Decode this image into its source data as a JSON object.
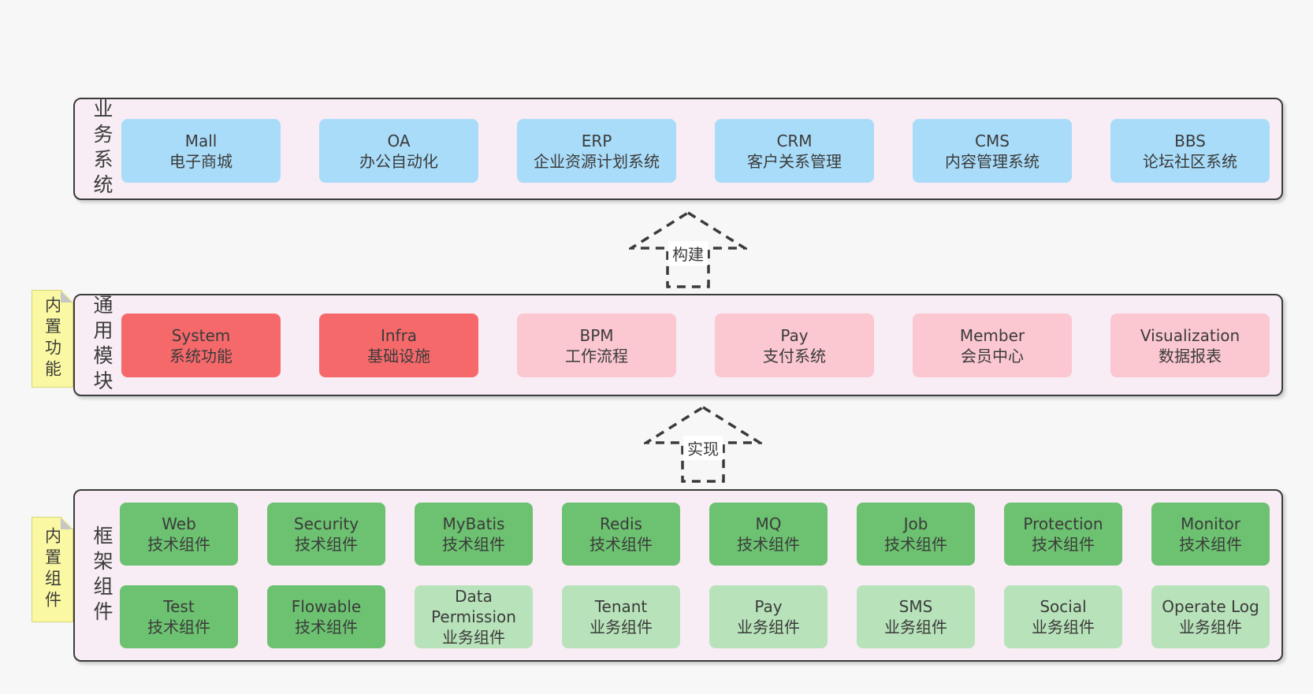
{
  "diagram": {
    "bands": [
      {
        "label_vertical": "业务系统",
        "boxes": [
          {
            "en": "Mall",
            "cn": "电子商城"
          },
          {
            "en": "OA",
            "cn": "办公自动化"
          },
          {
            "en": "ERP",
            "cn": "企业资源计划系统"
          },
          {
            "en": "CRM",
            "cn": "客户关系管理"
          },
          {
            "en": "CMS",
            "cn": "内容管理系统"
          },
          {
            "en": "BBS",
            "cn": "论坛社区系统"
          }
        ]
      },
      {
        "label_vertical": "通用模块",
        "sticky_note": "内置功能",
        "boxes": [
          {
            "en": "System",
            "cn": "系统功能"
          },
          {
            "en": "Infra",
            "cn": "基础设施"
          },
          {
            "en": "BPM",
            "cn": "工作流程"
          },
          {
            "en": "Pay",
            "cn": "支付系统"
          },
          {
            "en": "Member",
            "cn": "会员中心"
          },
          {
            "en": "Visualization",
            "cn": "数据报表"
          }
        ]
      },
      {
        "label_vertical": "框架组件",
        "sticky_note": "内置组件",
        "rows": [
          [
            {
              "en": "Web",
              "cn": "技术组件"
            },
            {
              "en": "Security",
              "cn": "技术组件"
            },
            {
              "en": "MyBatis",
              "cn": "技术组件"
            },
            {
              "en": "Redis",
              "cn": "技术组件"
            },
            {
              "en": "MQ",
              "cn": "技术组件"
            },
            {
              "en": "Job",
              "cn": "技术组件"
            },
            {
              "en": "Protection",
              "cn": "技术组件"
            },
            {
              "en": "Monitor",
              "cn": "技术组件"
            }
          ],
          [
            {
              "en": "Test",
              "cn": "技术组件"
            },
            {
              "en": "Flowable",
              "cn": "技术组件"
            },
            {
              "en": "Data Permission",
              "cn": "业务组件"
            },
            {
              "en": "Tenant",
              "cn": "业务组件"
            },
            {
              "en": "Pay",
              "cn": "业务组件"
            },
            {
              "en": "SMS",
              "cn": "业务组件"
            },
            {
              "en": "Social",
              "cn": "业务组件"
            },
            {
              "en": "Operate Log",
              "cn": "业务组件"
            }
          ]
        ]
      }
    ],
    "arrows": [
      {
        "label": "构建"
      },
      {
        "label": "实现"
      }
    ],
    "colors": {
      "page_bg": "#f7f7f7",
      "band_bg": "#f8ecf5",
      "band_border": "#3b3b3b",
      "system_blue": "#a9dcf9",
      "core_red": "#f5696b",
      "module_pink": "#fbc7d1",
      "tech_green": "#6cc270",
      "biz_green_light": "#b8e3ba",
      "sticky_yellow": "#faf8a2",
      "text": "#3b3b3b"
    }
  }
}
